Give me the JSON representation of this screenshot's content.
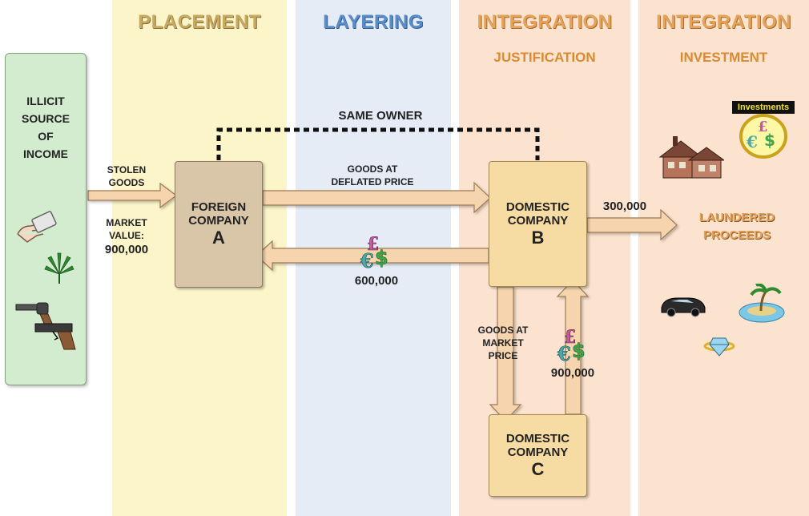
{
  "columns": {
    "placement": {
      "title": "PLACEMENT",
      "color": "#fbf5c9",
      "title_color": "#c7a95f"
    },
    "layering": {
      "title": "LAYERING",
      "color": "#e5ecf5",
      "title_color": "#5a8dc9"
    },
    "integration_justification": {
      "title": "INTEGRATION",
      "subtitle": "JUSTIFICATION",
      "color": "#fbe3cf",
      "title_color": "#e5a35a"
    },
    "integration_investment": {
      "title": "INTEGRATION",
      "subtitle": "INVESTMENT",
      "color": "#fbe3cf",
      "title_color": "#e5a35a"
    }
  },
  "source": {
    "lines": [
      "ILLICIT",
      "SOURCE",
      "OF",
      "INCOME"
    ],
    "color": "#d3ecd0"
  },
  "company_a": {
    "label_line1": "FOREIGN",
    "label_line2": "COMPANY",
    "letter": "A",
    "color": "#d9c6a8"
  },
  "company_b": {
    "label_line1": "DOMESTIC",
    "label_line2": "COMPANY",
    "letter": "B",
    "color": "#f6dca2"
  },
  "company_c": {
    "label_line1": "DOMESTIC",
    "label_line2": "COMPANY",
    "letter": "C",
    "color": "#f6dca2"
  },
  "labels": {
    "stolen_goods_1": "STOLEN",
    "stolen_goods_2": "GOODS",
    "market_value_1": "MARKET",
    "market_value_2": "VALUE:",
    "market_value_amount": "900,000",
    "same_owner": "SAME OWNER",
    "goods_deflated_1": "GOODS AT",
    "goods_deflated_2": "DEFLATED PRICE",
    "payment_a": "600,000",
    "goods_market_1": "GOODS AT",
    "goods_market_2": "MARKET",
    "goods_market_3": "PRICE",
    "payment_c": "900,000",
    "proceeds_amount": "300,000",
    "laundered_1": "LAUNDERED",
    "laundered_2": "PROCEEDS",
    "investments_sign": "Investments"
  },
  "colors": {
    "arrow_fill": "#f6d4ad",
    "arrow_stroke": "#9c7a56",
    "laundered": "#e5a35a"
  },
  "icons": [
    "credit-card-hand-icon",
    "cannabis-leaf-icon",
    "revolver-icon",
    "pistol-icon",
    "currency-symbols-icon",
    "house-icon",
    "investments-sign-icon",
    "car-icon",
    "island-icon",
    "diamond-icon"
  ]
}
